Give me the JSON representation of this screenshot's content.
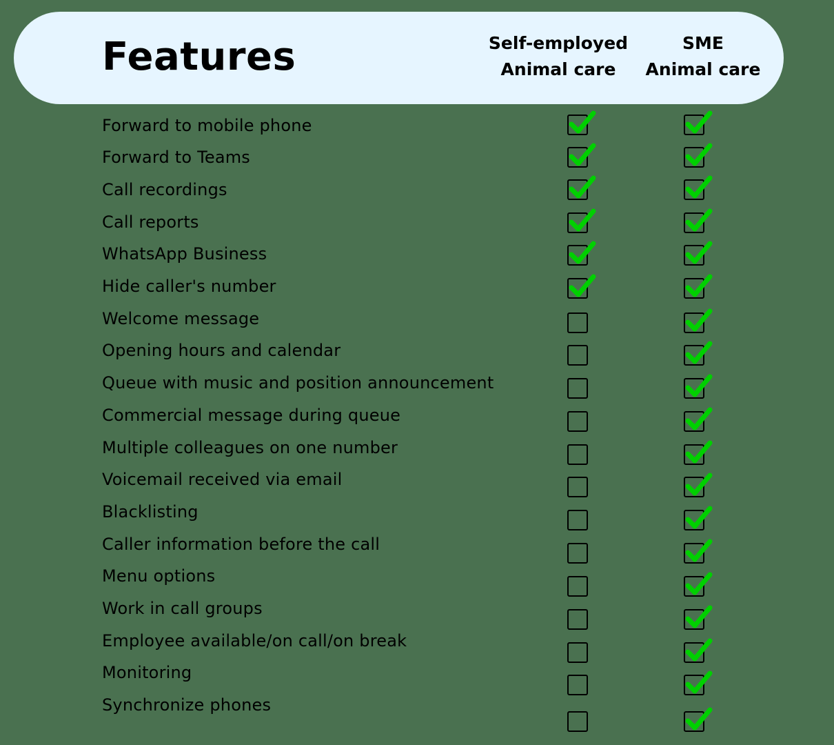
{
  "header": {
    "title": "Features",
    "columns": [
      {
        "line1": "Self-employed",
        "line2": "Animal care"
      },
      {
        "line1": "SME",
        "line2": "Animal care"
      }
    ]
  },
  "colors": {
    "background": "#4a7150",
    "header_bg": "#e6f5ff",
    "check": "#00d000"
  },
  "features": [
    {
      "label": "Forward to mobile phone",
      "self_employed": true,
      "sme": true
    },
    {
      "label": "Forward to Teams",
      "self_employed": true,
      "sme": true
    },
    {
      "label": "Call recordings",
      "self_employed": true,
      "sme": true
    },
    {
      "label": "Call reports",
      "self_employed": true,
      "sme": true
    },
    {
      "label": "WhatsApp Business",
      "self_employed": true,
      "sme": true
    },
    {
      "label": "Hide caller's number",
      "self_employed": true,
      "sme": true
    },
    {
      "label": "Welcome message",
      "self_employed": false,
      "sme": true
    },
    {
      "label": "Opening hours and calendar",
      "self_employed": false,
      "sme": true
    },
    {
      "label": "Queue with music and position announcement",
      "self_employed": false,
      "sme": true
    },
    {
      "label": "Commercial message during queue",
      "self_employed": false,
      "sme": true
    },
    {
      "label": "Multiple colleagues on one number",
      "self_employed": false,
      "sme": true
    },
    {
      "label": "Voicemail received via email",
      "self_employed": false,
      "sme": true
    },
    {
      "label": "Blacklisting",
      "self_employed": false,
      "sme": true
    },
    {
      "label": "Caller information before the call",
      "self_employed": false,
      "sme": true
    },
    {
      "label": "Menu options",
      "self_employed": false,
      "sme": true
    },
    {
      "label": "Work in call groups",
      "self_employed": false,
      "sme": true
    },
    {
      "label": "Employee available/on call/on break",
      "self_employed": false,
      "sme": true
    },
    {
      "label": "Monitoring",
      "self_employed": false,
      "sme": true
    },
    {
      "label": "Synchronize phones",
      "self_employed": false,
      "sme": true
    }
  ]
}
